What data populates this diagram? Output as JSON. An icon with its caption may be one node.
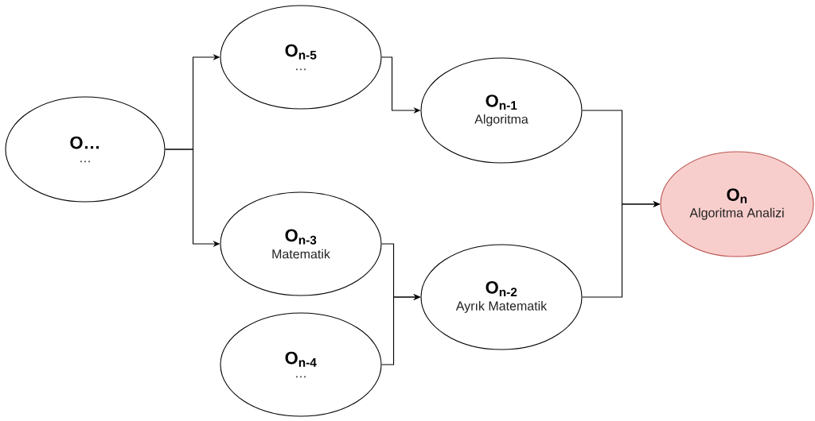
{
  "diagram": {
    "nodes": [
      {
        "text": [
          "O…",
          "…"
        ]
      },
      {
        "text": [
          "O$_{n-5}$",
          "…"
        ]
      },
      {
        "text": [
          "O$_{n-3}$",
          "Matematik"
        ]
      },
      {
        "text": [
          "O$_{n-4}$",
          "…"
        ]
      },
      {
        "text": [
          "O$_{n-1}$",
          "Algoritma"
        ]
      },
      {
        "text": [
          "O$_{n-2}$",
          "Ayrık Matematik"
        ]
      },
      {
        "text": [
          "O$_{n}$",
          "Algoritma Analizi"
        ]
      }
    ],
    "edges": [
      {
        "from": 0,
        "to": 1,
        "arrow": "to"
      },
      {
        "from": 0,
        "to": 2,
        "arrow": "to"
      },
      {
        "from": 1,
        "to": 4,
        "arrow": "to"
      },
      {
        "from": 2,
        "to": 5,
        "arrow": "to"
      },
      {
        "from": 3,
        "to": 5,
        "arrow": "to"
      },
      {
        "from": 4,
        "to": 6,
        "arrow": "to"
      },
      {
        "from": 5,
        "to": 6,
        "arrow": "to"
      }
    ]
  }
}
